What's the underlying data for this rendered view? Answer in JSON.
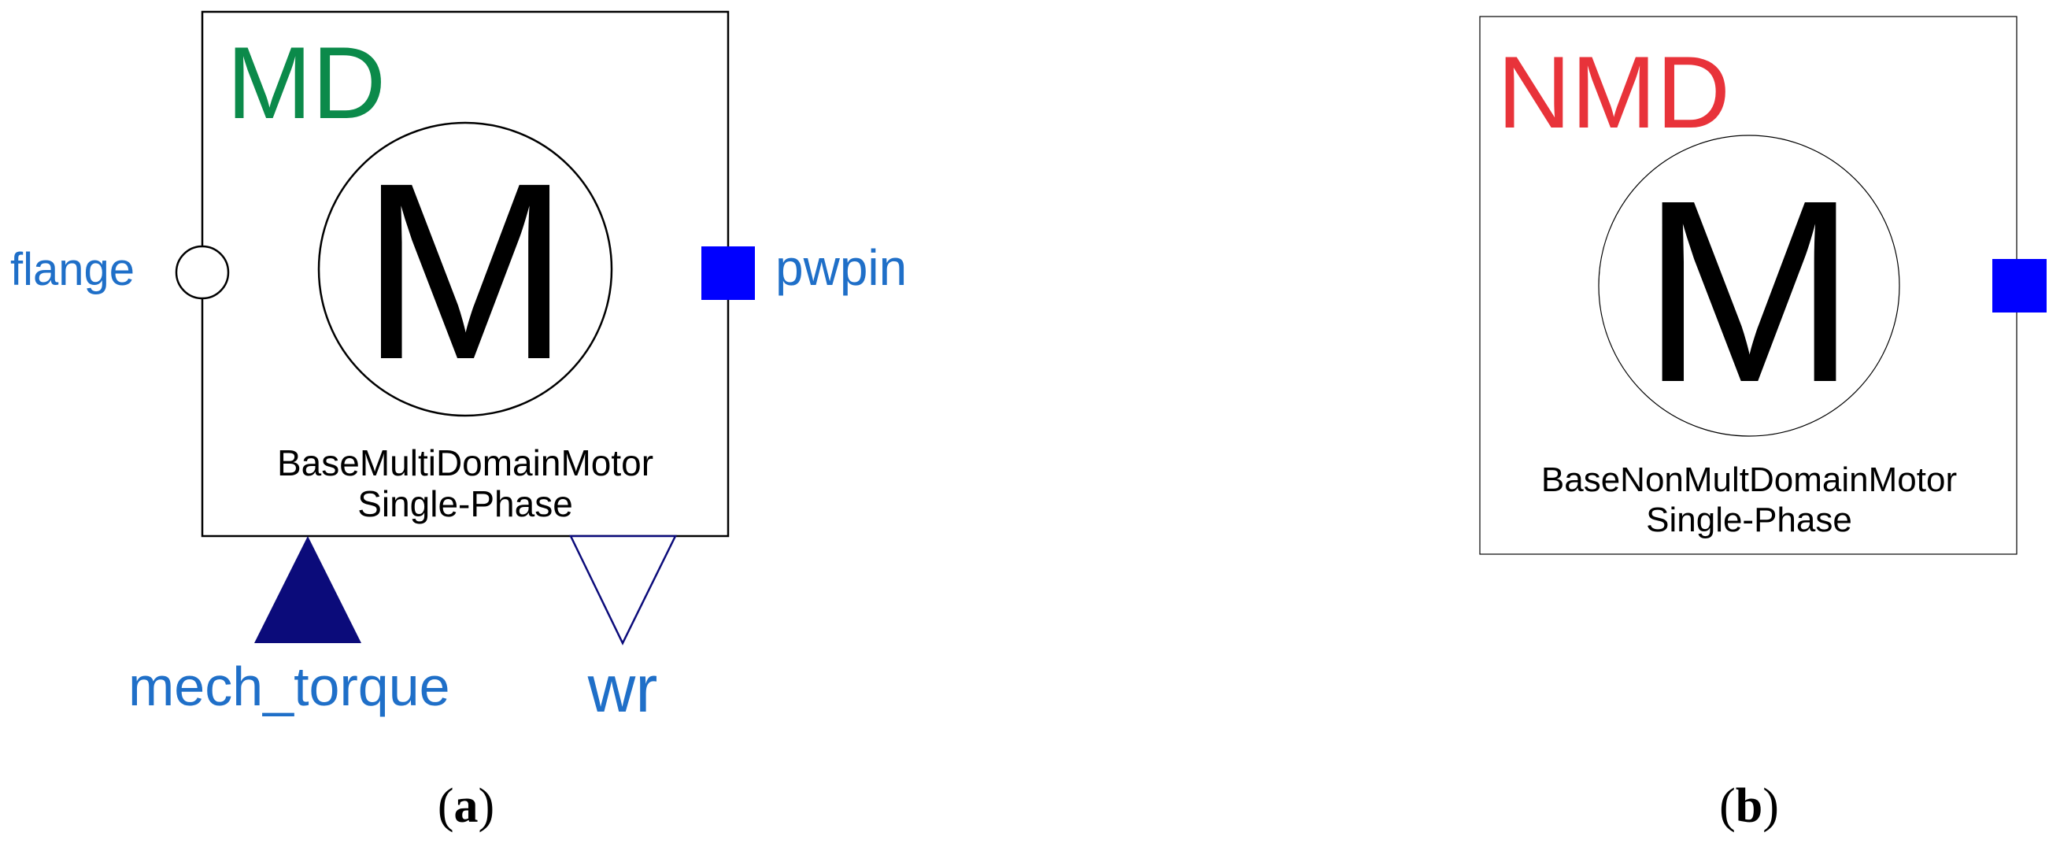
{
  "panel_a": {
    "tag": "MD",
    "motor_symbol": "M",
    "model_name": "BaseMultiDomainMotor",
    "model_subtitle": "Single-Phase",
    "ports": {
      "flange": "flange",
      "pwpin": "pwpin",
      "mech_torque": "mech_torque",
      "wr": "wr"
    },
    "caption": "(a)"
  },
  "panel_b": {
    "tag": "NMD",
    "motor_symbol": "M",
    "model_name": "BaseNonMultDomainMotor",
    "model_subtitle": "Single-Phase",
    "caption": "(b)"
  },
  "colors": {
    "md_tag": "#0b8a4a",
    "nmd_tag": "#e8333a",
    "port_label": "#1f6fc8",
    "power_pin": "#0000ff",
    "torque_input": "#0b0b7a",
    "wr_output": "#0b0b7a",
    "outline": "#000000",
    "text": "#000000"
  },
  "icons": {
    "flange": "mechanical-flange-circle-icon",
    "pwpin": "electrical-power-pin-square-icon",
    "mech_torque": "real-input-triangle-icon",
    "wr": "real-output-triangle-icon"
  }
}
